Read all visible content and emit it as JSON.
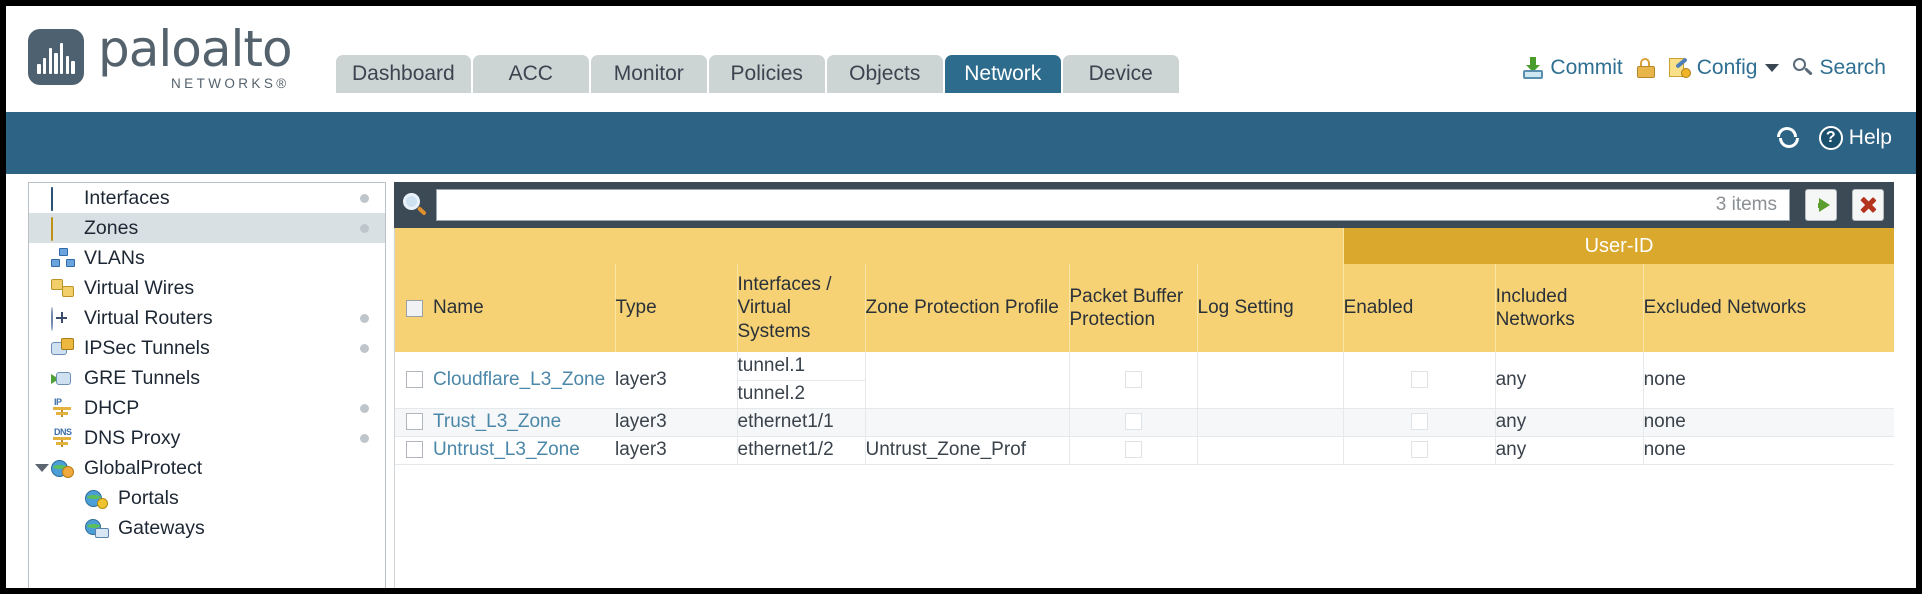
{
  "brand": {
    "word": "paloalto",
    "sub": "NETWORKS®",
    "logo_icon": "paloalto-logo-icon"
  },
  "tabs": [
    {
      "label": "Dashboard",
      "active": false
    },
    {
      "label": "ACC",
      "active": false
    },
    {
      "label": "Monitor",
      "active": false
    },
    {
      "label": "Policies",
      "active": false
    },
    {
      "label": "Objects",
      "active": false
    },
    {
      "label": "Network",
      "active": true
    },
    {
      "label": "Device",
      "active": false
    }
  ],
  "header_actions": {
    "commit": "Commit",
    "lock_icon": "lock-icon",
    "config": "Config",
    "search": "Search"
  },
  "band": {
    "refresh_icon": "refresh-icon",
    "help": "Help"
  },
  "sidebar": {
    "items": [
      {
        "label": "Interfaces",
        "icon": "interfaces-icon",
        "dot": true,
        "selected": false,
        "child": false,
        "expander": false
      },
      {
        "label": "Zones",
        "icon": "zones-icon",
        "dot": true,
        "selected": true,
        "child": false,
        "expander": false
      },
      {
        "label": "VLANs",
        "icon": "vlans-icon",
        "dot": false,
        "selected": false,
        "child": false,
        "expander": false
      },
      {
        "label": "Virtual Wires",
        "icon": "virtual-wires-icon",
        "dot": false,
        "selected": false,
        "child": false,
        "expander": false
      },
      {
        "label": "Virtual Routers",
        "icon": "virtual-routers-icon",
        "dot": true,
        "selected": false,
        "child": false,
        "expander": false
      },
      {
        "label": "IPSec Tunnels",
        "icon": "ipsec-tunnels-icon",
        "dot": true,
        "selected": false,
        "child": false,
        "expander": false
      },
      {
        "label": "GRE Tunnels",
        "icon": "gre-tunnels-icon",
        "dot": false,
        "selected": false,
        "child": false,
        "expander": false
      },
      {
        "label": "DHCP",
        "icon": "dhcp-icon",
        "dot": true,
        "selected": false,
        "child": false,
        "expander": false
      },
      {
        "label": "DNS Proxy",
        "icon": "dns-proxy-icon",
        "dot": true,
        "selected": false,
        "child": false,
        "expander": false
      },
      {
        "label": "GlobalProtect",
        "icon": "globalprotect-icon",
        "dot": false,
        "selected": false,
        "child": false,
        "expander": true
      },
      {
        "label": "Portals",
        "icon": "portals-icon",
        "dot": false,
        "selected": false,
        "child": true,
        "expander": false
      },
      {
        "label": "Gateways",
        "icon": "gateways-icon",
        "dot": false,
        "selected": false,
        "child": true,
        "expander": false
      }
    ]
  },
  "search": {
    "value": "",
    "item_count": "3 items",
    "apply_icon": "apply-filter-icon",
    "clear_icon": "clear-filter-icon",
    "magnifier_icon": "search-icon"
  },
  "table": {
    "group_header": "User-ID",
    "columns": [
      "Name",
      "Type",
      "Interfaces / Virtual Systems",
      "Zone Protection Profile",
      "Packet Buffer Protection",
      "Log Setting",
      "Enabled",
      "Included Networks",
      "Excluded Networks"
    ],
    "rows": [
      {
        "selected": false,
        "name": "Cloudflare_L3_Zone",
        "type": "layer3",
        "interfaces": [
          "tunnel.1",
          "tunnel.2"
        ],
        "zone_protection_profile": "",
        "packet_buffer_protection": false,
        "log_setting": "",
        "userid_enabled": false,
        "included_networks": "any",
        "excluded_networks": "none"
      },
      {
        "selected": false,
        "name": "Trust_L3_Zone",
        "type": "layer3",
        "interfaces": [
          "ethernet1/1"
        ],
        "zone_protection_profile": "",
        "packet_buffer_protection": false,
        "log_setting": "",
        "userid_enabled": false,
        "included_networks": "any",
        "excluded_networks": "none"
      },
      {
        "selected": false,
        "name": "Untrust_L3_Zone",
        "type": "layer3",
        "interfaces": [
          "ethernet1/2"
        ],
        "zone_protection_profile": "Untrust_Zone_Prof",
        "packet_buffer_protection": false,
        "log_setting": "",
        "userid_enabled": false,
        "included_networks": "any",
        "excluded_networks": "none"
      }
    ]
  },
  "colors": {
    "brand_blue": "#2d6384",
    "active_tab": "#2e6c8e",
    "tab_idle": "#ccd4d4",
    "table_header": "#f6d275",
    "group_header": "#d9a82c",
    "search_bar": "#3c4a55",
    "link": "#4b87a8"
  }
}
